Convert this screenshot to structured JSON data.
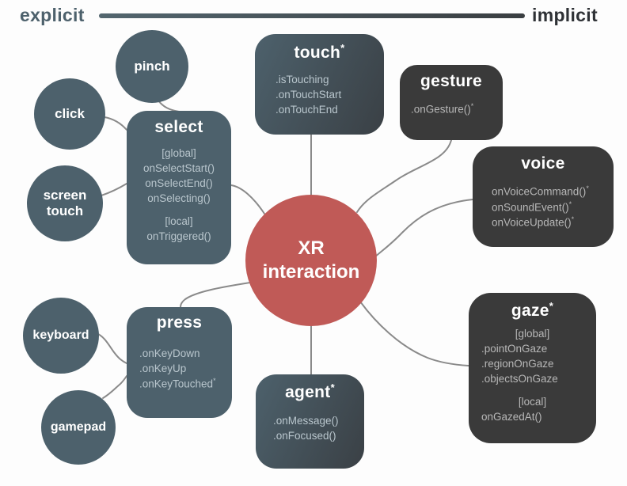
{
  "axis": {
    "left_label": "explicit",
    "right_label": "implicit"
  },
  "center": {
    "line1": "XR",
    "line2": "interaction"
  },
  "circles": {
    "pinch": {
      "label": "pinch"
    },
    "click": {
      "label": "click"
    },
    "screen_touch": {
      "line1": "screen",
      "line2": "touch"
    },
    "keyboard": {
      "label": "keyboard"
    },
    "gamepad": {
      "label": "gamepad"
    }
  },
  "boxes": {
    "select": {
      "title": "select",
      "lines": [
        {
          "t": "[global]"
        },
        {
          "t": "onSelectStart()"
        },
        {
          "t": "onSelectEnd()"
        },
        {
          "t": "onSelecting()"
        },
        {
          "t": "[local]"
        },
        {
          "t": "onTriggered()"
        }
      ]
    },
    "touch": {
      "title": "touch",
      "title_sup": "*",
      "lines": [
        {
          "t": ".isTouching"
        },
        {
          "t": ".onTouchStart"
        },
        {
          "t": ".onTouchEnd"
        }
      ]
    },
    "gesture": {
      "title": "gesture",
      "lines": [
        {
          "t": ".onGesture()",
          "s": "*"
        }
      ]
    },
    "voice": {
      "title": "voice",
      "lines": [
        {
          "t": "onVoiceCommand()",
          "s": "*"
        },
        {
          "t": "onSoundEvent()",
          "s": "*"
        },
        {
          "t": "onVoiceUpdate()",
          "s": "*"
        }
      ]
    },
    "gaze": {
      "title": "gaze",
      "title_sup": "*",
      "lines": [
        {
          "t": "[global]"
        },
        {
          "t": ".pointOnGaze"
        },
        {
          "t": ".regionOnGaze"
        },
        {
          "t": ".objectsOnGaze"
        },
        {
          "t": "[local]"
        },
        {
          "t": "onGazedAt()"
        }
      ]
    },
    "press": {
      "title": "press",
      "lines": [
        {
          "t": ".onKeyDown"
        },
        {
          "t": ".onKeyUp"
        },
        {
          "t": ".onKeyTouched",
          "s": "*"
        }
      ]
    },
    "agent": {
      "title": "agent",
      "title_sup": "*",
      "lines": [
        {
          "t": ".onMessage()"
        },
        {
          "t": ".onFocused()"
        }
      ]
    }
  },
  "colors": {
    "explicit_slate": "#4d616c",
    "implicit_dark": "#3a3a3a",
    "center_red": "#c05a57",
    "connector_gray": "#8a8a8a",
    "body_text_slate_box": "#b9c6cd",
    "body_text_dark_box": "#b7b7b7"
  }
}
